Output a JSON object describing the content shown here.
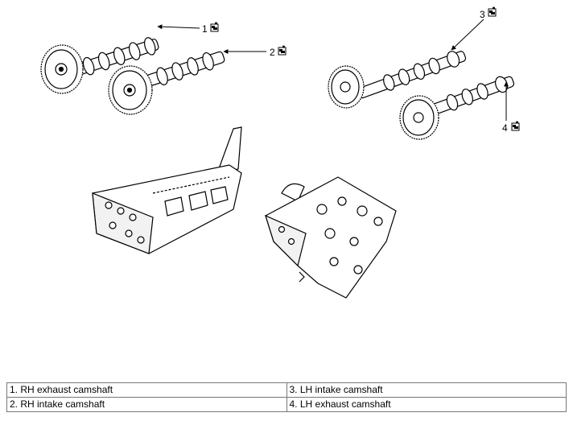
{
  "callouts": [
    "1",
    "2",
    "3",
    "4"
  ],
  "legend": {
    "rows": [
      [
        "1. RH exhaust camshaft",
        "3. LH intake camshaft"
      ],
      [
        "2. RH intake camshaft",
        "4. LH exhaust camshaft"
      ]
    ]
  },
  "icons": {
    "part_marker": "wrench-bolt-icon"
  }
}
